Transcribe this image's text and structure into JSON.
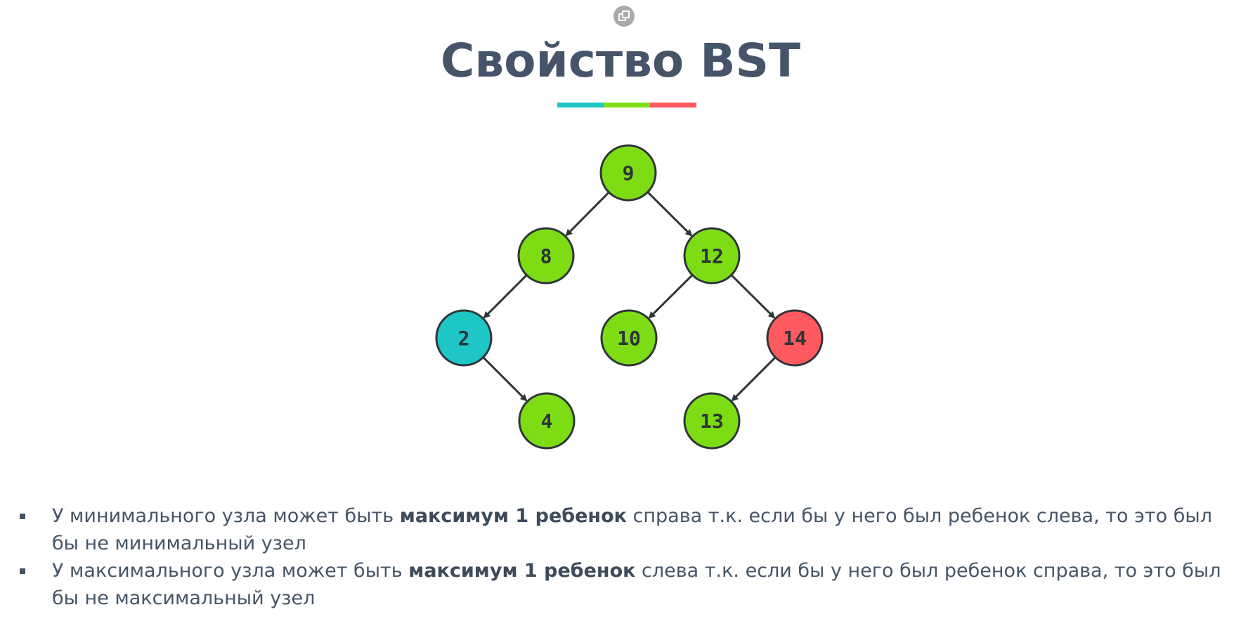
{
  "title": "Свойство BST",
  "colors": {
    "teal": "#1ec6c6",
    "green": "#7ddc14",
    "red": "#ff5a5f",
    "node_stroke": "#2e3438",
    "text": "#465566"
  },
  "top_icon": "copy-icon",
  "tree": {
    "nodes": [
      {
        "id": "n9",
        "label": "9",
        "color": "green"
      },
      {
        "id": "n8",
        "label": "8",
        "color": "green"
      },
      {
        "id": "n12",
        "label": "12",
        "color": "green"
      },
      {
        "id": "n2",
        "label": "2",
        "color": "teal"
      },
      {
        "id": "n10",
        "label": "10",
        "color": "green"
      },
      {
        "id": "n14",
        "label": "14",
        "color": "red"
      },
      {
        "id": "n4",
        "label": "4",
        "color": "green"
      },
      {
        "id": "n13",
        "label": "13",
        "color": "green"
      }
    ],
    "edges": [
      [
        "n9",
        "n8"
      ],
      [
        "n9",
        "n12"
      ],
      [
        "n8",
        "n2"
      ],
      [
        "n2",
        "n4"
      ],
      [
        "n12",
        "n10"
      ],
      [
        "n12",
        "n14"
      ],
      [
        "n14",
        "n13"
      ]
    ]
  },
  "bullets": [
    {
      "pre": "У минимального узла может быть ",
      "bold": "максимум 1 ребенок",
      "post": " справа т.к. если бы у него был ребенок слева, то это был бы не минимальный узел"
    },
    {
      "pre": "У максимального узла может быть ",
      "bold": "максимум 1 ребенок",
      "post": " слева т.к. если бы у него был ребенок справа, то это был бы не максимальный узел"
    }
  ]
}
